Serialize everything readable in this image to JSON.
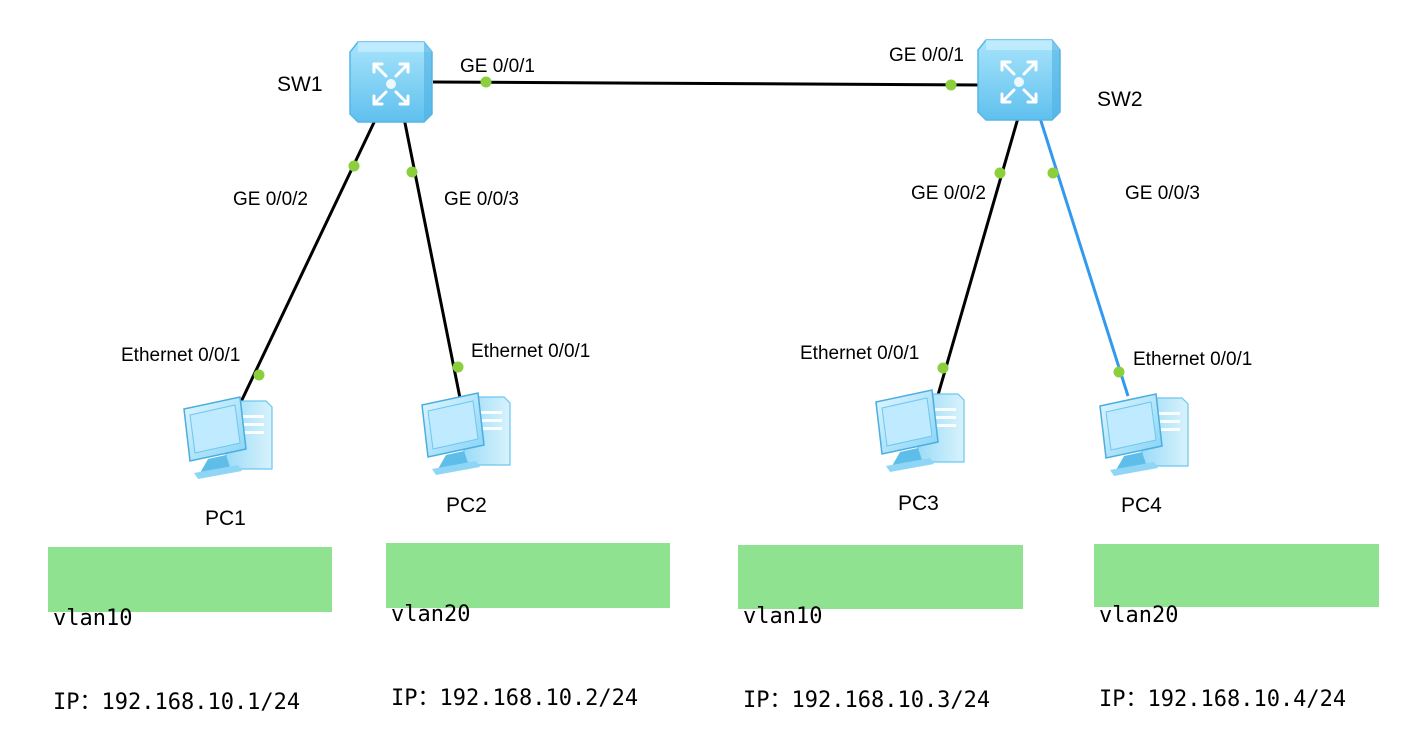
{
  "switches": [
    {
      "id": "sw1",
      "label": "SW1"
    },
    {
      "id": "sw2",
      "label": "SW2"
    }
  ],
  "pcs": [
    {
      "id": "pc1",
      "label": "PC1"
    },
    {
      "id": "pc2",
      "label": "PC2"
    },
    {
      "id": "pc3",
      "label": "PC3"
    },
    {
      "id": "pc4",
      "label": "PC4"
    }
  ],
  "links": [
    {
      "id": "sw1-sw2",
      "a_port": "GE 0/0/1",
      "b_port": "GE 0/0/1",
      "color": "#000000"
    },
    {
      "id": "sw1-pc1",
      "a_port": "GE 0/0/2",
      "b_port": "Ethernet 0/0/1",
      "color": "#000000"
    },
    {
      "id": "sw1-pc2",
      "a_port": "GE 0/0/3",
      "b_port": "Ethernet 0/0/1",
      "color": "#000000"
    },
    {
      "id": "sw2-pc3",
      "a_port": "GE 0/0/2",
      "b_port": "Ethernet 0/0/1",
      "color": "#000000"
    },
    {
      "id": "sw2-pc4",
      "a_port": "GE 0/0/3",
      "b_port": "Ethernet 0/0/1",
      "color": "#3399ee"
    }
  ],
  "notes": [
    {
      "vlan": "vlan10",
      "ip": "IP：192.168.10.1/24"
    },
    {
      "vlan": "vlan20",
      "ip": "IP：192.168.10.2/24"
    },
    {
      "vlan": "vlan10",
      "ip": "IP：192.168.10.3/24"
    },
    {
      "vlan": "vlan20",
      "ip": "IP：192.168.10.4/24"
    }
  ],
  "colors": {
    "port_dot": "#8ccf3c",
    "note_bg": "#8fe28f",
    "device_blue": "#7fd0f5"
  }
}
